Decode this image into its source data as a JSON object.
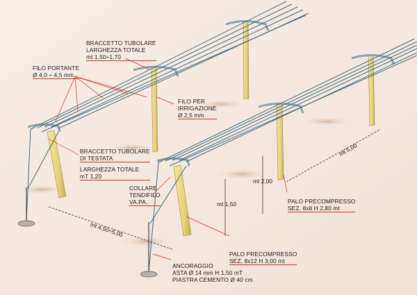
{
  "labels": {
    "braccetto_tubolare": {
      "line1": "BRACCETTO TUBOLARE",
      "line2": "LARGHEZZA TOTALE",
      "line3": "mt 1,50÷1,70"
    },
    "filo_portante": {
      "line1": "FILO PORTANTE",
      "line2": "Ø 4,0 ÷ 4,5 mm"
    },
    "filo_irrigazione": {
      "line1": "FILO PER",
      "line2": "IRRIGAZIONE",
      "line3": "Ø 2,5 mm"
    },
    "braccetto_testata": {
      "line1": "BRACCETTO TUBOLARE",
      "line2": "DI TESTATA",
      "line3": "LARGHEZZA TOTALE",
      "line4": "mT 1,20"
    },
    "collare": {
      "line1": "COLLARE",
      "line2": "TENDIFILO",
      "line3": "VA.PA."
    },
    "palo_precompresso_small": {
      "line1": "PALO PRECOMPRESSO",
      "line2": "SEZ. 8x8   H 2,80 mt"
    },
    "palo_precompresso_large": {
      "line1": "PALO PRECOMPRESSO",
      "line2": "SEZ. 8x12   H 3,00 mt"
    },
    "ancoraggio": {
      "line1": "ANCORAGGIO",
      "line2": "ASTA  Ø 14 mm   H 1,50 mT",
      "line3": "PIASTRA  CEMENTO Ø 40 cm"
    }
  },
  "dimensions": {
    "row_spacing": "mt 4,50÷5,00",
    "pole_spacing": "mt 5,00",
    "height_total": "mt 2,00",
    "height_wire": "mt 1,50"
  },
  "colors": {
    "background": "#f5ebe2",
    "pole": "#ecdc86",
    "pole_shade": "#c9b45a",
    "wire": "#3d6c82",
    "tube": "#9fb4c2",
    "leader": "#d4321f",
    "dim_line": "#1a1a1a"
  }
}
